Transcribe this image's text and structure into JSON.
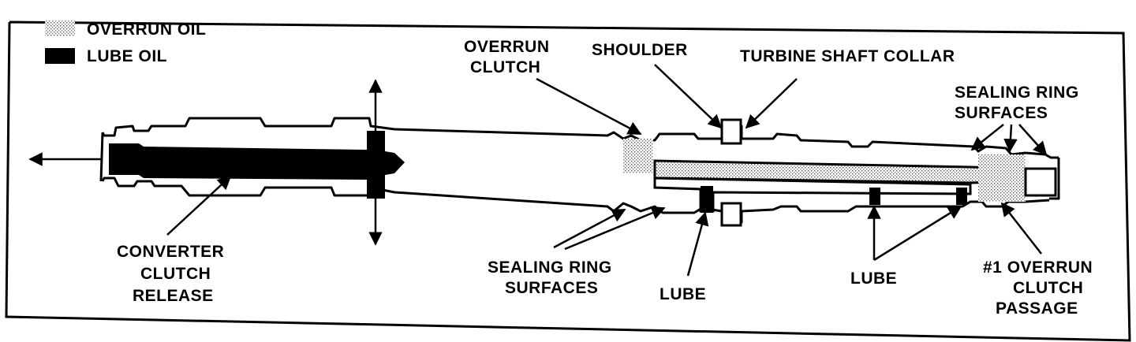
{
  "legend": {
    "overrun_oil": "OVERRUN OIL",
    "lube_oil": "LUBE OIL"
  },
  "labels": {
    "overrun_clutch": [
      "OVERRUN",
      "CLUTCH"
    ],
    "shoulder": "SHOULDER",
    "turbine_shaft_collar": "TURBINE SHAFT COLLAR",
    "sealing_ring_surfaces_right": [
      "SEALING RING",
      "SURFACES"
    ],
    "converter_clutch_release": [
      "CONVERTER",
      "CLUTCH",
      "RELEASE"
    ],
    "sealing_ring_surfaces_bottom": [
      "SEALING RING",
      "SURFACES"
    ],
    "lube_left": "LUBE",
    "lube_right": "LUBE",
    "overrun_clutch_passage": [
      "#1 OVERRUN",
      "CLUTCH",
      "PASSAGE"
    ]
  }
}
